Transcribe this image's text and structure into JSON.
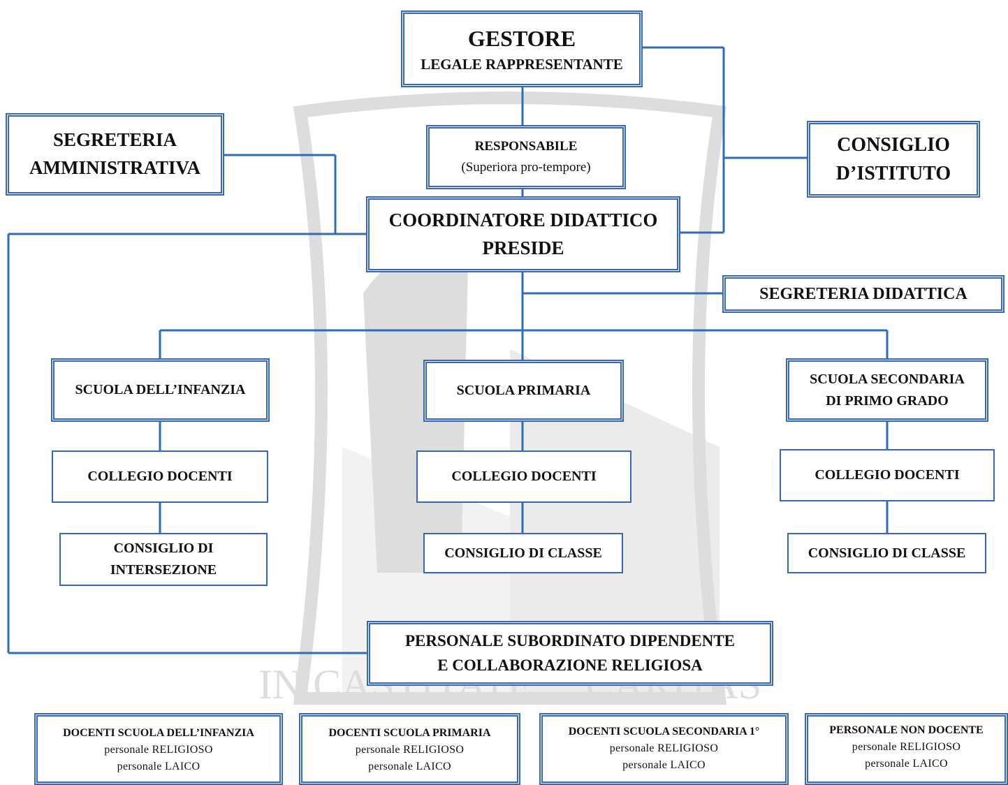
{
  "gestore": {
    "title": "GESTORE",
    "subtitle": "LEGALE  RAPPRESENTANTE"
  },
  "responsabile": {
    "title": "RESPONSABILE",
    "subtitle": "(Superiora pro-tempore)"
  },
  "segreteria_amministrativa": {
    "line1": "SEGRETERIA",
    "line2": "AMMINISTRATIVA"
  },
  "consiglio_istituto": {
    "line1": "CONSIGLIO",
    "line2": "D’ISTITUTO"
  },
  "coordinatore": {
    "line1": "COORDINATORE DIDATTICO",
    "line2": "PRESIDE"
  },
  "segreteria_didattica": {
    "label": "SEGRETERIA DIDATTICA"
  },
  "infanzia": {
    "school": "SCUOLA DELL’INFANZIA",
    "collegio": "COLLEGIO DOCENTI",
    "consiglio_line1": "CONSIGLIO DI",
    "consiglio_line2": "INTERSEZIONE"
  },
  "primaria": {
    "school": "SCUOLA PRIMARIA",
    "collegio": "COLLEGIO DOCENTI",
    "consiglio": "CONSIGLIO DI CLASSE"
  },
  "secondaria": {
    "school_line1": "SCUOLA SECONDARIA",
    "school_line2": "DI PRIMO GRADO",
    "collegio": "COLLEGIO DOCENTI",
    "consiglio": "CONSIGLIO DI CLASSE"
  },
  "personale": {
    "line1": "PERSONALE SUBORDINATO DIPENDENTE",
    "line2": "E COLLABORAZIONE RELIGIOSA"
  },
  "bottom": [
    {
      "title": "DOCENTI  SCUOLA DELL’INFANZIA",
      "line1": "personale  RELIGIOSO",
      "line2": "personale  LAICO"
    },
    {
      "title": "DOCENTI  SCUOLA PRIMARIA",
      "line1": "personale  RELIGIOSO",
      "line2": "personale  LAICO"
    },
    {
      "title": "DOCENTI  SCUOLA SECONDARIA 1°",
      "line1": "personale  RELIGIOSO",
      "line2": "personale  LAICO"
    },
    {
      "title": "PERSONALE   NON DOCENTE",
      "line1": "personale  RELIGIOSO",
      "line2": "personale  LAICO"
    }
  ],
  "watermark_text": "IN CASTITATE ... CARITAS",
  "colors": {
    "connector": "#2e6db6",
    "border": "#3568b8"
  }
}
